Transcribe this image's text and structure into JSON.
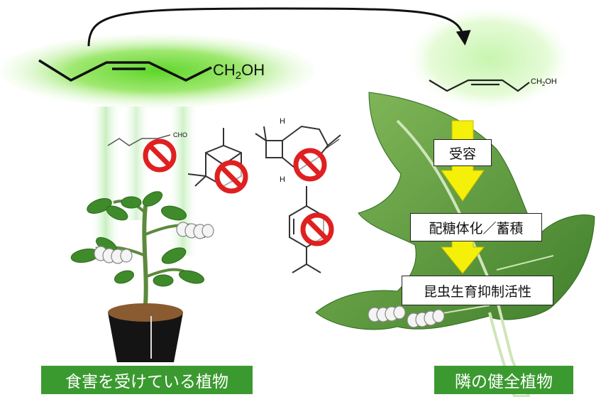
{
  "left_molecule": {
    "formula": "CH",
    "sub": "2",
    "tail": "OH"
  },
  "right_molecule": {
    "formula": "CH",
    "sub": "2",
    "tail": "OH"
  },
  "aldehyde_label": "CHO",
  "steps": [
    {
      "label": "受容"
    },
    {
      "label": "配糖体化／蓄積"
    },
    {
      "label": "昆虫生育抑制活性"
    }
  ],
  "captions": {
    "left": "食害を受けている植物",
    "right": "隣の健全植物"
  },
  "colors": {
    "glow": "#7fe04a",
    "caption_bg": "#3b9a2f",
    "arrow": "#f2f20a",
    "prohibit": "#e02020",
    "leaf": "#5a9a3a"
  }
}
